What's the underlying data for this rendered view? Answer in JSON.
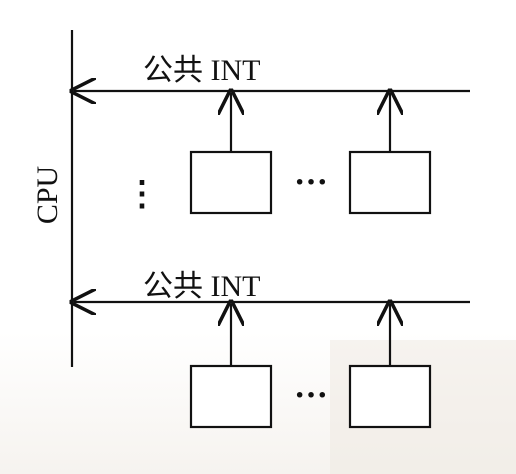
{
  "diagram": {
    "cpu_label": "CPU",
    "bus_top_label": "公共 INT",
    "bus_bottom_label": "公共 INT",
    "horizontal_ellipsis": "···",
    "vertical_ellipsis": "⋮"
  }
}
